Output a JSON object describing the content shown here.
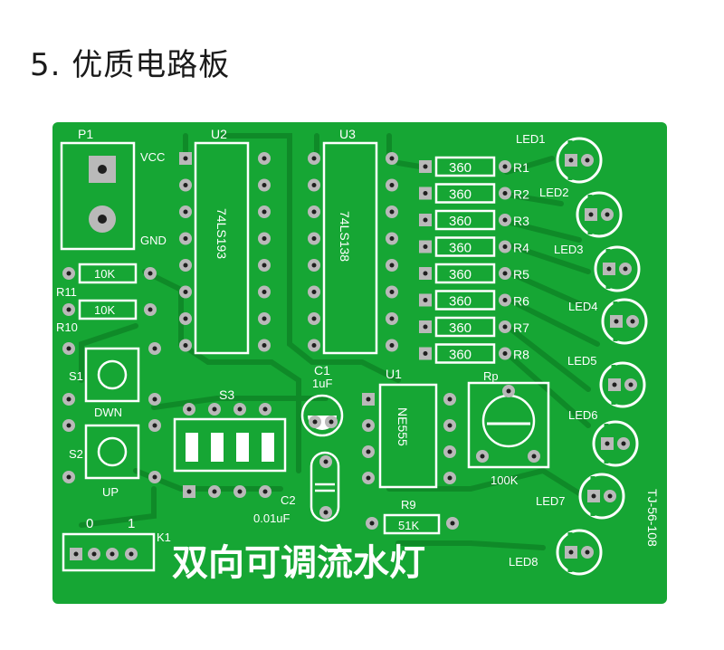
{
  "heading": "5. 优质电路板",
  "colors": {
    "board": "#16a634",
    "board_dark": "#0f8a28",
    "copper": "#b9b9b9",
    "silk": "#ffffff",
    "hole": "#1f1f1f"
  },
  "labels": {
    "p1": "P1",
    "vcc": "VCC",
    "gnd": "GND",
    "u2": "U2",
    "u2_chip": "74LS193",
    "u3": "U3",
    "u3_chip": "74LS138",
    "r11": "R11",
    "r11_val": "10K",
    "r10": "R10",
    "r10_val": "10K",
    "s1": "S1",
    "s1_btn": "DWN",
    "s2": "S2",
    "s2_btn": "UP",
    "s3": "S3",
    "c1": "C1",
    "c1_val": "1uF",
    "c2": "C2",
    "c2_val": "0.01uF",
    "u1": "U1",
    "u1_chip": "NE555",
    "rp": "Rp",
    "rp_val": "100K",
    "r9": "R9",
    "r9_val": "51K",
    "k1": "K1",
    "k1_0": "0",
    "k1_1": "1",
    "board_id": "TJ-56-108",
    "title": "双向可调流水灯"
  },
  "resistors": [
    {
      "name": "R1",
      "value": "360"
    },
    {
      "name": "R2",
      "value": "360"
    },
    {
      "name": "R3",
      "value": "360"
    },
    {
      "name": "R4",
      "value": "360"
    },
    {
      "name": "R5",
      "value": "360"
    },
    {
      "name": "R6",
      "value": "360"
    },
    {
      "name": "R7",
      "value": "360"
    },
    {
      "name": "R8",
      "value": "360"
    }
  ],
  "leds": [
    "LED1",
    "LED2",
    "LED3",
    "LED4",
    "LED5",
    "LED6",
    "LED7",
    "LED8"
  ]
}
